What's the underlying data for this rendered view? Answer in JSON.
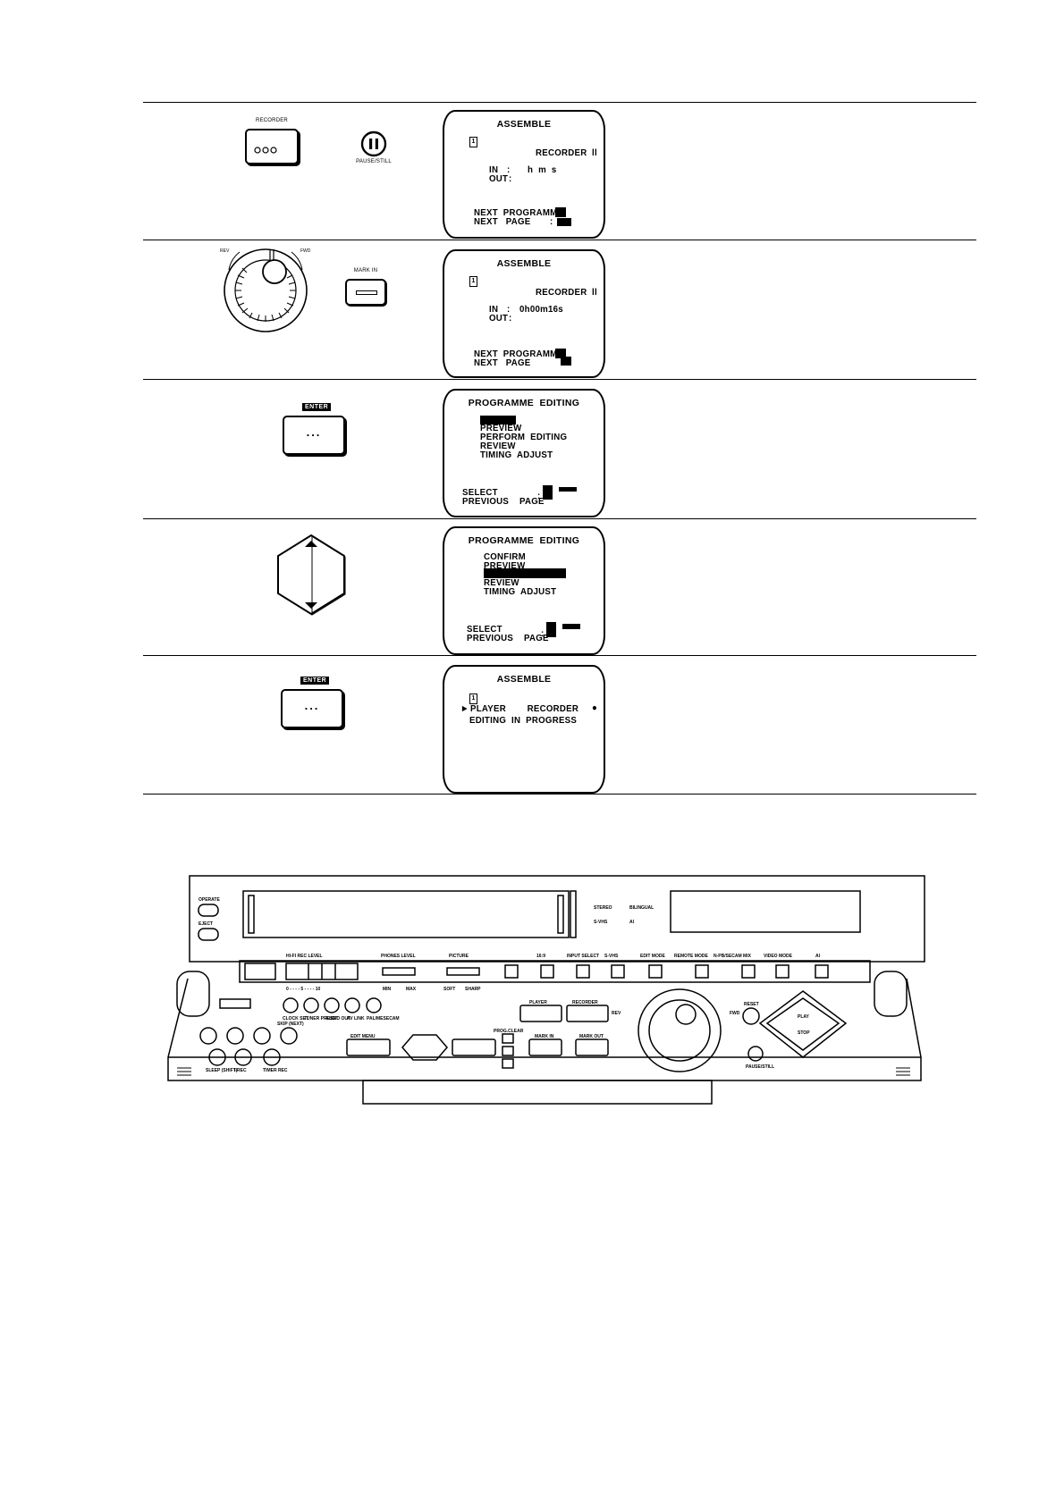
{
  "steps": [
    {
      "controls": {
        "recorder_label": "RECORDER",
        "pause_label": "PAUSE/STILL"
      },
      "screen": {
        "title": "ASSEMBLE",
        "prog_no": "1",
        "status": "RECORDER",
        "in_label": "IN",
        "in_value": "h  m  s",
        "out_label": "OUT",
        "foot1": "NEXT  PROGRAMME",
        "foot2": "NEXT   PAGE"
      }
    },
    {
      "controls": {
        "mark_in_label": "MARK IN"
      },
      "screen": {
        "title": "ASSEMBLE",
        "prog_no": "1",
        "status": "RECORDER",
        "in_label": "IN",
        "in_value": "0h00m16s",
        "out_label": "OUT",
        "foot1": "NEXT  PROGRAMME",
        "foot2": "NEXT   PAGE"
      }
    },
    {
      "controls": {
        "enter_label": "ENTER",
        "dots": "..."
      },
      "screen": {
        "title": "PROGRAMME  EDITING",
        "items": [
          "PREVIEW",
          "PERFORM  EDITING",
          "REVIEW",
          "TIMING  ADJUST"
        ],
        "foot1": "SELECT",
        "foot2": "PREVIOUS    PAGE"
      }
    },
    {
      "controls": {},
      "screen": {
        "title": "PROGRAMME  EDITING",
        "items": [
          "CONFIRM",
          "PREVIEW",
          "REVIEW",
          "TIMING  ADJUST"
        ],
        "foot1": "SELECT",
        "foot2": "PREVIOUS    PAGE"
      }
    },
    {
      "controls": {
        "enter_label": "ENTER",
        "dots": "..."
      },
      "screen": {
        "title": "ASSEMBLE",
        "prog_no": "1",
        "status_line": "PLAYER        RECORDER",
        "progress": "EDITING  IN  PROGRESS"
      }
    }
  ],
  "panel": {
    "operate": "OPERATE",
    "eject": "EJECT",
    "stereo": "STEREO",
    "bilingual": "BILINGUAL",
    "svhs": "S-VHS",
    "ai": "AI",
    "hifi_rec_level": "HI-FI REC LEVEL",
    "phones_level": "PHONES LEVEL",
    "picture": "PICTURE",
    "top_labels": [
      "16:9",
      "INPUT SELECT",
      "S-VHS",
      "EDIT MODE",
      "REMOTE MODE",
      "N-PB/SECAM MIX",
      "VIDEO MODE",
      "AI"
    ],
    "min": "MIN",
    "max": "MAX",
    "soft": "SOFT",
    "sharp": "SHARP",
    "scale": "0 - - - - 5 - - - - 10",
    "btn_row": [
      "CLOCK SET",
      "TUNER PRESET",
      "AUDIO OUT",
      "AV LINK",
      "PAL/MESECAM"
    ],
    "sleep": "SLEEP (SHIFT)",
    "irec": "I-REC",
    "timer_rec": "TIMER REC",
    "skip": "SKIP (NEXT)",
    "edit_menu": "EDIT MENU",
    "prog_clear": "PROG.CLEAR",
    "mark_in": "MARK IN",
    "mark_out": "MARK OUT",
    "player": "PLAYER",
    "recorder": "RECORDER",
    "rev": "REV",
    "fwd": "FWD",
    "reset": "RESET",
    "play": "PLAY",
    "stop": "STOP",
    "pause_still": "PAUSE/STILL"
  }
}
